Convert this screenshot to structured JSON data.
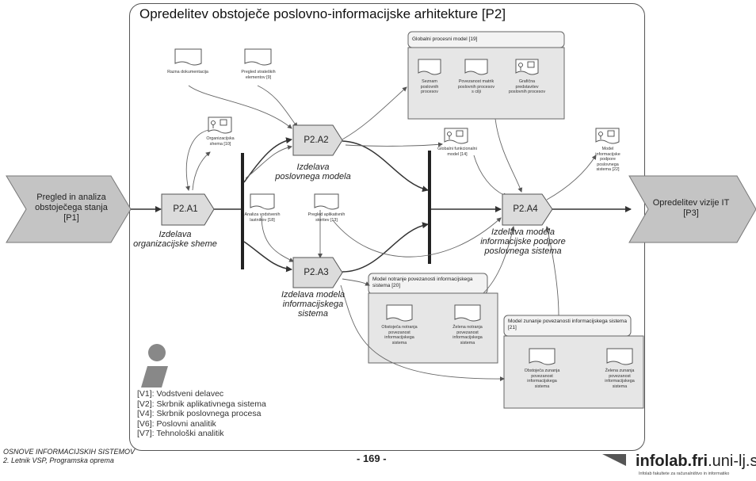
{
  "title": "Opredelitev obstoječe poslovno-informacijske arhitekture [P2]",
  "inputs": {
    "left": "Pregled in analiza obstoječega stanja [P1]",
    "right": "Opredelitev vizije IT [P3]"
  },
  "activities": [
    {
      "id": "P2.A1",
      "label": "Izdelava organizacijske sheme"
    },
    {
      "id": "P2.A2",
      "label": "Izdelava poslovnega modela"
    },
    {
      "id": "P2.A3",
      "label": "Izdelava modela informacijskega sistema"
    },
    {
      "id": "P2.A4",
      "label": "Izdelava modela informacijske podpore poslovnega sistema"
    }
  ],
  "documents": {
    "razna_dokumentacija": "Razna dokumentacija",
    "pregled_strateskih": "Pregled strateških elementov [9]",
    "organizacijska_shema": "Organizacijska shema [10]",
    "analiza_vodstvenih": "Analiza vodstvenih lastnikov [18]",
    "pregled_aplikativnih": "Pregled aplikativnih storitev [13]",
    "globalni_funkcionalni": "Globalni funkcionalni model [14]",
    "model_informacijske": "Model informacijske podpore poslovnega sistema [22]"
  },
  "groups": [
    {
      "key": "gpm",
      "title": "Globalni procesni model [19]",
      "items": [
        "Seznam poslovnih procesov",
        "Povezanost matrik poslovnih procesov s cilji",
        "Grafična predstavitev poslovnih procesov"
      ]
    },
    {
      "key": "notr",
      "title": "Model notranje povezanosti informacijskega sistema [20]",
      "items": [
        "Obstoječa notranja povezanost informacijskega sistema",
        "Želena notranja povezanost informacijskega sistema"
      ]
    },
    {
      "key": "zun",
      "title": "Model zunanje povezanosti informacijskega sistema [21]",
      "items": [
        "Obstoječa zunanja povezanost informacijskega sistema",
        "Želena zunanja povezanost informacijskega sistema"
      ]
    }
  ],
  "legend": [
    "[V1]: Vodstveni delavec",
    "[V2]: Skrbnik aplikativnega sistema",
    "[V4]: Skrbnik poslovnega procesa",
    "[V6]: Poslovni analitik",
    "[V7]: Tehnološki analitik"
  ],
  "footer": {
    "line1": "OSNOVE INFORMACIJSKIH SISTEMOV",
    "line2": "2. Letnik VSP, Programska oprema",
    "page": "- 169 -",
    "brand_a": "infolab.",
    "brand_b": "fri",
    "brand_c": ".uni-lj.si",
    "brand_sub": "Infolab fakultete za računalništvo in informatiko"
  },
  "colors": {
    "activity_fill": "#dcdcdc",
    "group_fill": "#e6e6e6",
    "chevron_fill": "#c4c4c4"
  }
}
